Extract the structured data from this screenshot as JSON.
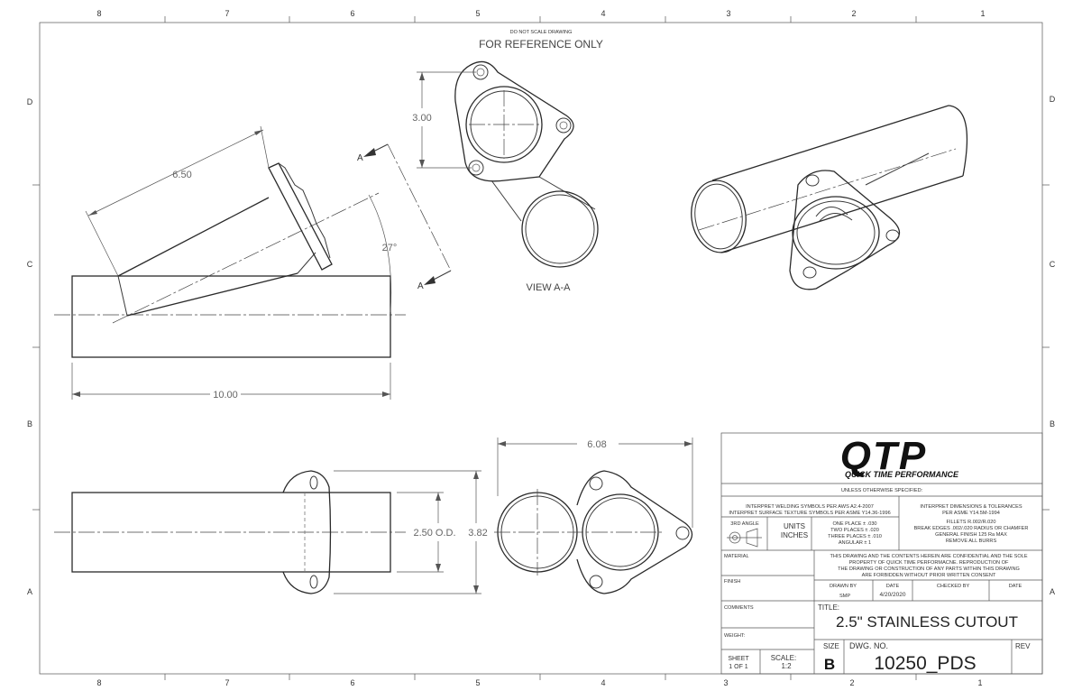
{
  "border": {
    "top_numbers": [
      "8",
      "7",
      "6",
      "5",
      "4",
      "3",
      "2",
      "1"
    ],
    "bottom_numbers": [
      "8",
      "7",
      "6",
      "5",
      "4",
      "3",
      "2",
      "1"
    ],
    "left_letters": [
      "D",
      "C",
      "B",
      "A"
    ],
    "right_letters": [
      "D",
      "C",
      "B",
      "A"
    ]
  },
  "header": {
    "do_not_scale": "DO NOT SCALE DRAWING",
    "reference": "FOR REFERENCE ONLY"
  },
  "views": {
    "section_label": "VIEW A-A",
    "section_marker": "A",
    "dims": {
      "length_6_50": "6.50",
      "angle": "27°",
      "length_10_00": "10.00",
      "flange_3_00": "3.00",
      "width_6_08": "6.08",
      "od_2_50": "2.50 O.D.",
      "height_3_82": "3.82"
    }
  },
  "title_block": {
    "logo_text": "QTP",
    "logo_tagline": "QUICK TIME PERFORMANCE",
    "unless": "UNLESS OTHERWISE SPECIFIED:",
    "welding_1": "INTERPRET WELDING SYMBOLS PER AWS A2.4-2007",
    "welding_2": "INTERPRET SURFACE TEXTURE SYMBOLS PER ASME Y14.36-1996",
    "dims_1": "INTERPRET DIMENSIONS & TOLERANCES",
    "dims_2": "PER ASME Y14.5M-1994",
    "angle_proj": "3RD ANGLE",
    "units_label": "UNITS",
    "units_value": "INCHES",
    "tol_1": "ONE PLACE ± .030",
    "tol_2": "TWO PLACES ± .020",
    "tol_3": "THREE PLACES ± .010",
    "tol_4": "ANGULAR ± 1",
    "fin_1": "FILLETS R.002/R.020",
    "fin_2": "BREAK EDGES .002/.020 RADIUS OR CHAMFER",
    "fin_3": "GENERAL FINISH 125 Ra MAX",
    "fin_4": "REMOVE ALL BURRS",
    "material": "MATERIAL",
    "finish": "FINISH",
    "comments": "COMMENTS",
    "weight": "WEIGHT:",
    "conf_1": "THIS DRAWING AND THE CONTENTS HEREIN ARE CONFIDENTIAL AND THE SOLE",
    "conf_2": "PROPERTY OF QUICK TIME PERFORMACNE. REPRODUCTION OF",
    "conf_3": "THE DRAWING OR CONSTRUCTION OF ANY PARTS WITHIN THIS DRAWING",
    "conf_4": "ARE FORBIDDEN WITHOUT PRIOR WRITTEN CONSENT",
    "drawn_by_label": "DRAWN BY",
    "drawn_by_value": "SMP",
    "date_label": "DATE",
    "date_value": "4/20/2020",
    "checked_by_label": "CHECKED BY",
    "date2_label": "DATE",
    "title_label": "TITLE:",
    "title_value": "2.5\" STAINLESS CUTOUT",
    "size_label": "SIZE",
    "size_value": "B",
    "dwg_label": "DWG. NO.",
    "dwg_value": "10250_PDS",
    "rev_label": "REV",
    "sheet_label": "SHEET",
    "sheet_value": "1 OF 1",
    "scale_label": "SCALE:",
    "scale_value": "1:2"
  }
}
